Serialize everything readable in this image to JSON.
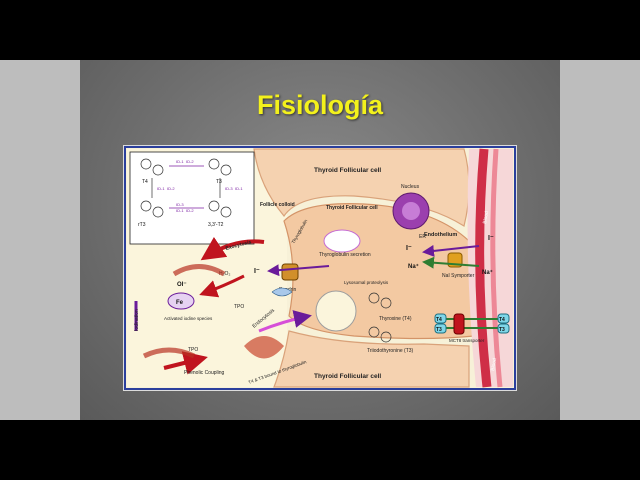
{
  "slide": {
    "title": "Fisiología"
  },
  "diagram": {
    "cells": {
      "top_cell": "Thyroid Follicular cell",
      "inner_cell": "Thyroid Follicular cell",
      "bottom_cell": "Thyroid Follicular cell"
    },
    "regions": {
      "follicle": "Follicle colloid",
      "endothelium": "Endothelium",
      "blood_top": "Blood",
      "blood_bottom": "Blood",
      "nucleus": "Nucleus",
      "er": "ER"
    },
    "processes": {
      "exocytosis": "Exocytosis",
      "thyroglobulin_secretion": "Thyroglobulin secretion",
      "thyroglobulin": "Thyroglobulin",
      "endocytosis": "Endocytosis",
      "lysosomal": "Lysosomal proteolysis",
      "iodination": "Iodination",
      "phenolic": "Phenolic Coupling",
      "t4t3_bound": "T4 & T3 bound to thyroglobulin"
    },
    "molecules": {
      "iodide_colloid": "I⁻",
      "iodide_membrane": "I⁻",
      "iodide_blood": "I⁻",
      "na_cell": "Na⁺",
      "na_blood": "Na⁺",
      "h2o2": "H₂O₂",
      "oi_label": "OI⁻",
      "fe_label": "Fe",
      "activated_iodine": "Activated iodine species",
      "thyroxine": "Thyroxine (T4)",
      "triiodothyronine": "Triiodothyronine (T3)",
      "t4_badge": "T4",
      "t3_badge": "T3",
      "t4_badge_blood": "T4",
      "t3_badge_blood": "T3"
    },
    "transporters": {
      "pendrin": "Pendrin",
      "nai_symporter": "NaI Symporter",
      "mct8": "MCT8 transporter",
      "tpo_top": "TPO",
      "tpo_bottom": "TPO"
    },
    "inset": {
      "t4": "T4",
      "t3": "T3",
      "rt3": "rT3",
      "t2": "3,3'-T2",
      "enzymes": [
        "ID-1",
        "ID-2",
        "ID-1",
        "ID-2",
        "ID-3",
        "ID-1",
        "ID-3",
        "ID-1",
        "ID-2"
      ]
    }
  }
}
